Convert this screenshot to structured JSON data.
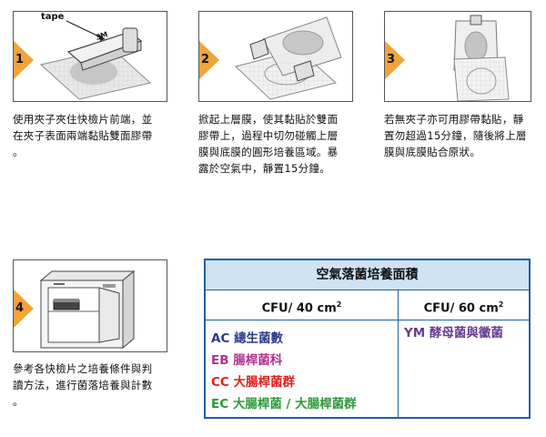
{
  "steps": [
    {
      "number": "1",
      "caption": "使用夾子夾住快檢片前端，並\n在夾子表面兩端黏貼雙面膠帶\n。",
      "tape_label": "tape",
      "clip_brand": "3M"
    },
    {
      "number": "2",
      "caption": "掀起上層膜，使其黏貼於雙面\n膠帶上，過程中切勿碰觸上層\n膜與底膜的圓形培養區域。暴\n露於空氣中，靜置15分鐘。"
    },
    {
      "number": "3",
      "caption": "若無夾子亦可用膠帶黏貼，靜\n置勿超過15分鐘，隨後將上層\n膜與底膜貼合原狀。"
    },
    {
      "number": "4",
      "caption": "參考各快檢片之培養條件與判\n讀方法，進行菌落培養與計數\n。"
    }
  ],
  "table": {
    "title": "空氣落菌培養面積",
    "col1_head": "CFU/ 40 cm",
    "col2_head": "CFU/ 60 cm",
    "sup": "2",
    "col1_items": [
      {
        "code": "AC",
        "label": "總生菌數",
        "color": "#2b3a8c"
      },
      {
        "code": "EB",
        "label": "腸桿菌科",
        "color": "#b0338f"
      },
      {
        "code": "CC",
        "label": "大腸桿菌群",
        "color": "#e0201b"
      },
      {
        "code": "EC",
        "label": "大腸桿菌 / 大腸桿菌群",
        "color": "#2e9a3a"
      }
    ],
    "col2_items": [
      {
        "code": "YM",
        "label": "酵母菌與黴菌",
        "color": "#6a3c8f"
      }
    ]
  },
  "colors": {
    "badge": "#f2a33a",
    "table_border": "#1f5fa0",
    "table_header": "#cfe3f3"
  }
}
